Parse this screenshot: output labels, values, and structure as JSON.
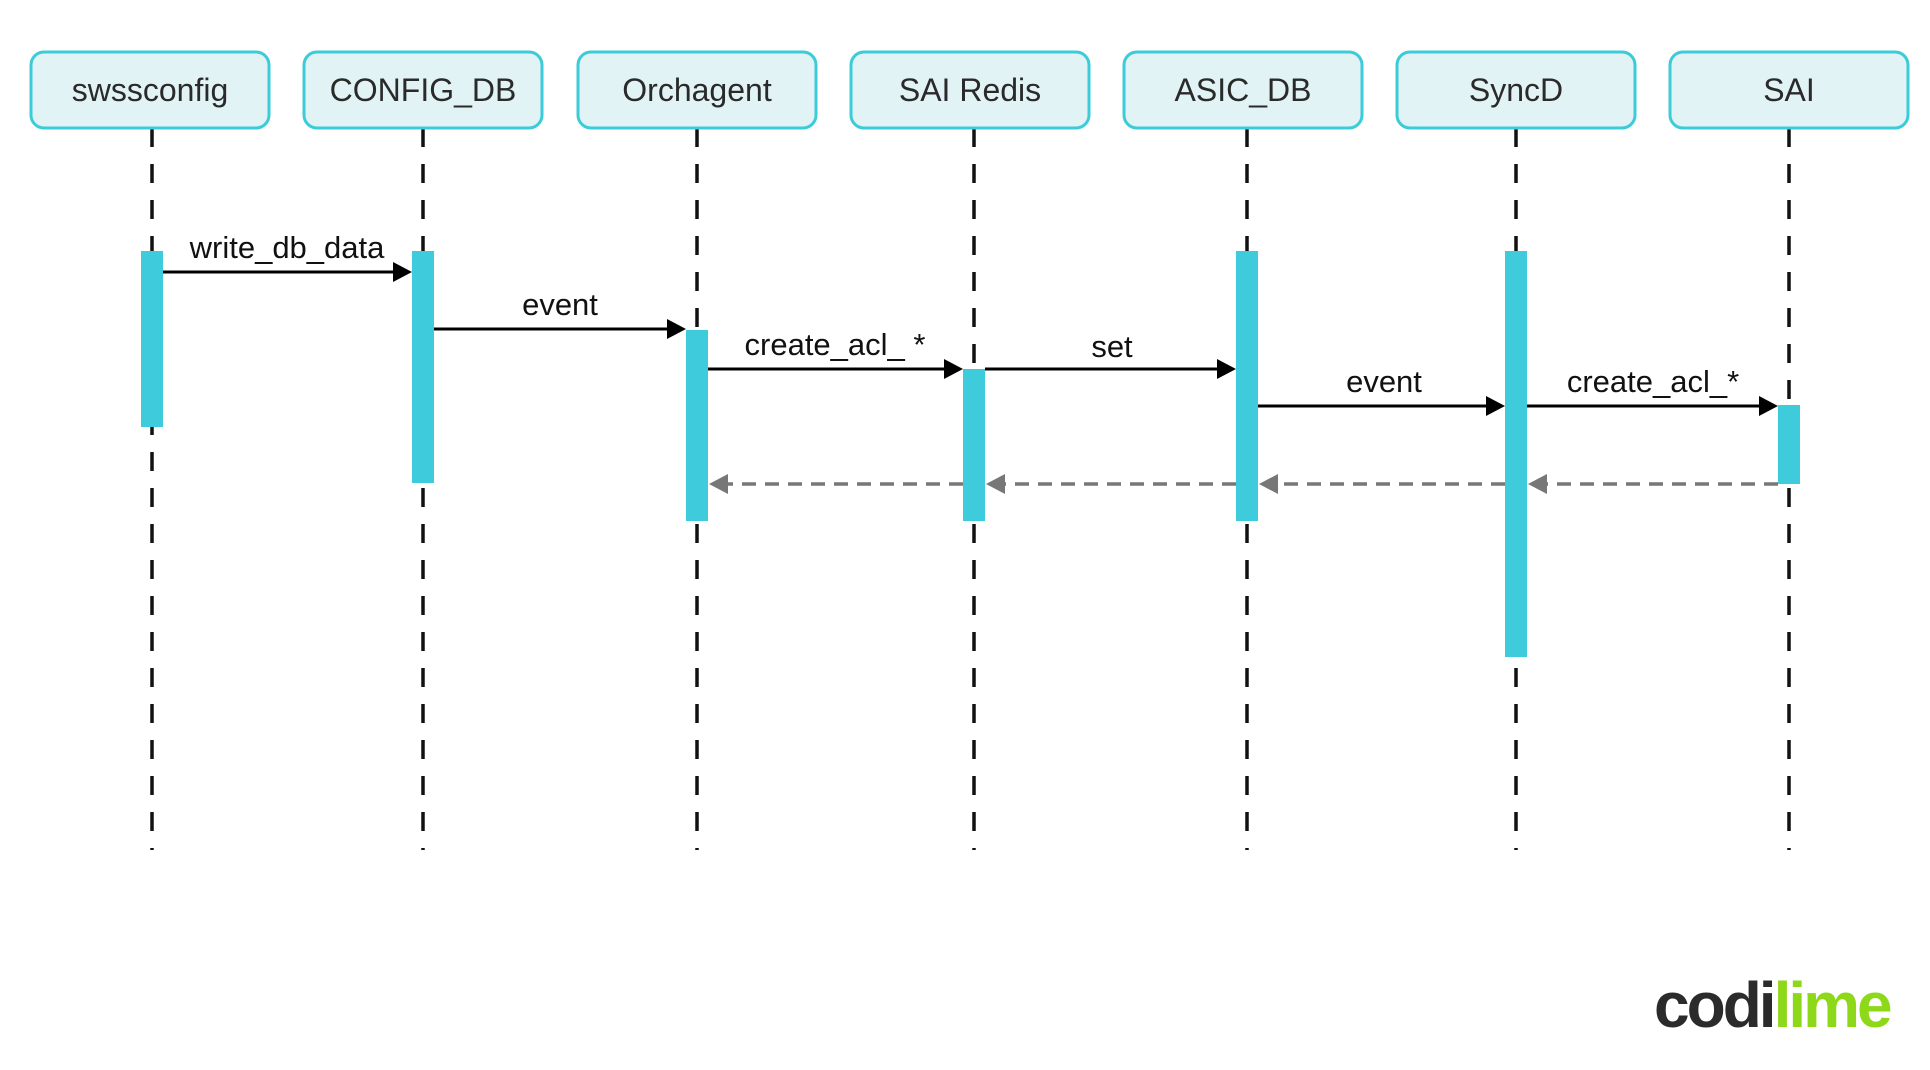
{
  "participants": [
    {
      "id": "swssconfig",
      "label": "swssconfig"
    },
    {
      "id": "config_db",
      "label": "CONFIG_DB"
    },
    {
      "id": "orchagent",
      "label": "Orchagent"
    },
    {
      "id": "sai_redis",
      "label": "SAI Redis"
    },
    {
      "id": "asic_db",
      "label": "ASIC_DB"
    },
    {
      "id": "syncd",
      "label": "SyncD"
    },
    {
      "id": "sai",
      "label": "SAI"
    }
  ],
  "messages": [
    {
      "from": "swssconfig",
      "to": "config_db",
      "label": "write_db_data"
    },
    {
      "from": "config_db",
      "to": "orchagent",
      "label": "event"
    },
    {
      "from": "orchagent",
      "to": "sai_redis",
      "label": "create_acl_ *"
    },
    {
      "from": "sai_redis",
      "to": "asic_db",
      "label": "set"
    },
    {
      "from": "asic_db",
      "to": "syncd",
      "label": "event"
    },
    {
      "from": "syncd",
      "to": "sai",
      "label": "create_acl_*"
    }
  ],
  "returns": [
    {
      "from": "sai",
      "to": "syncd"
    },
    {
      "from": "syncd",
      "to": "asic_db"
    },
    {
      "from": "asic_db",
      "to": "sai_redis"
    },
    {
      "from": "sai_redis",
      "to": "orchagent"
    }
  ],
  "brand": {
    "dark": "codi",
    "green": "lime"
  },
  "colors": {
    "participant_fill": "#e2f3f5",
    "participant_border": "#3ccbd8",
    "activation": "#3ecbdb",
    "message_line": "#000000",
    "return_line": "#777777",
    "brand_dark": "#2b2b2b",
    "brand_green": "#8ed81a"
  }
}
